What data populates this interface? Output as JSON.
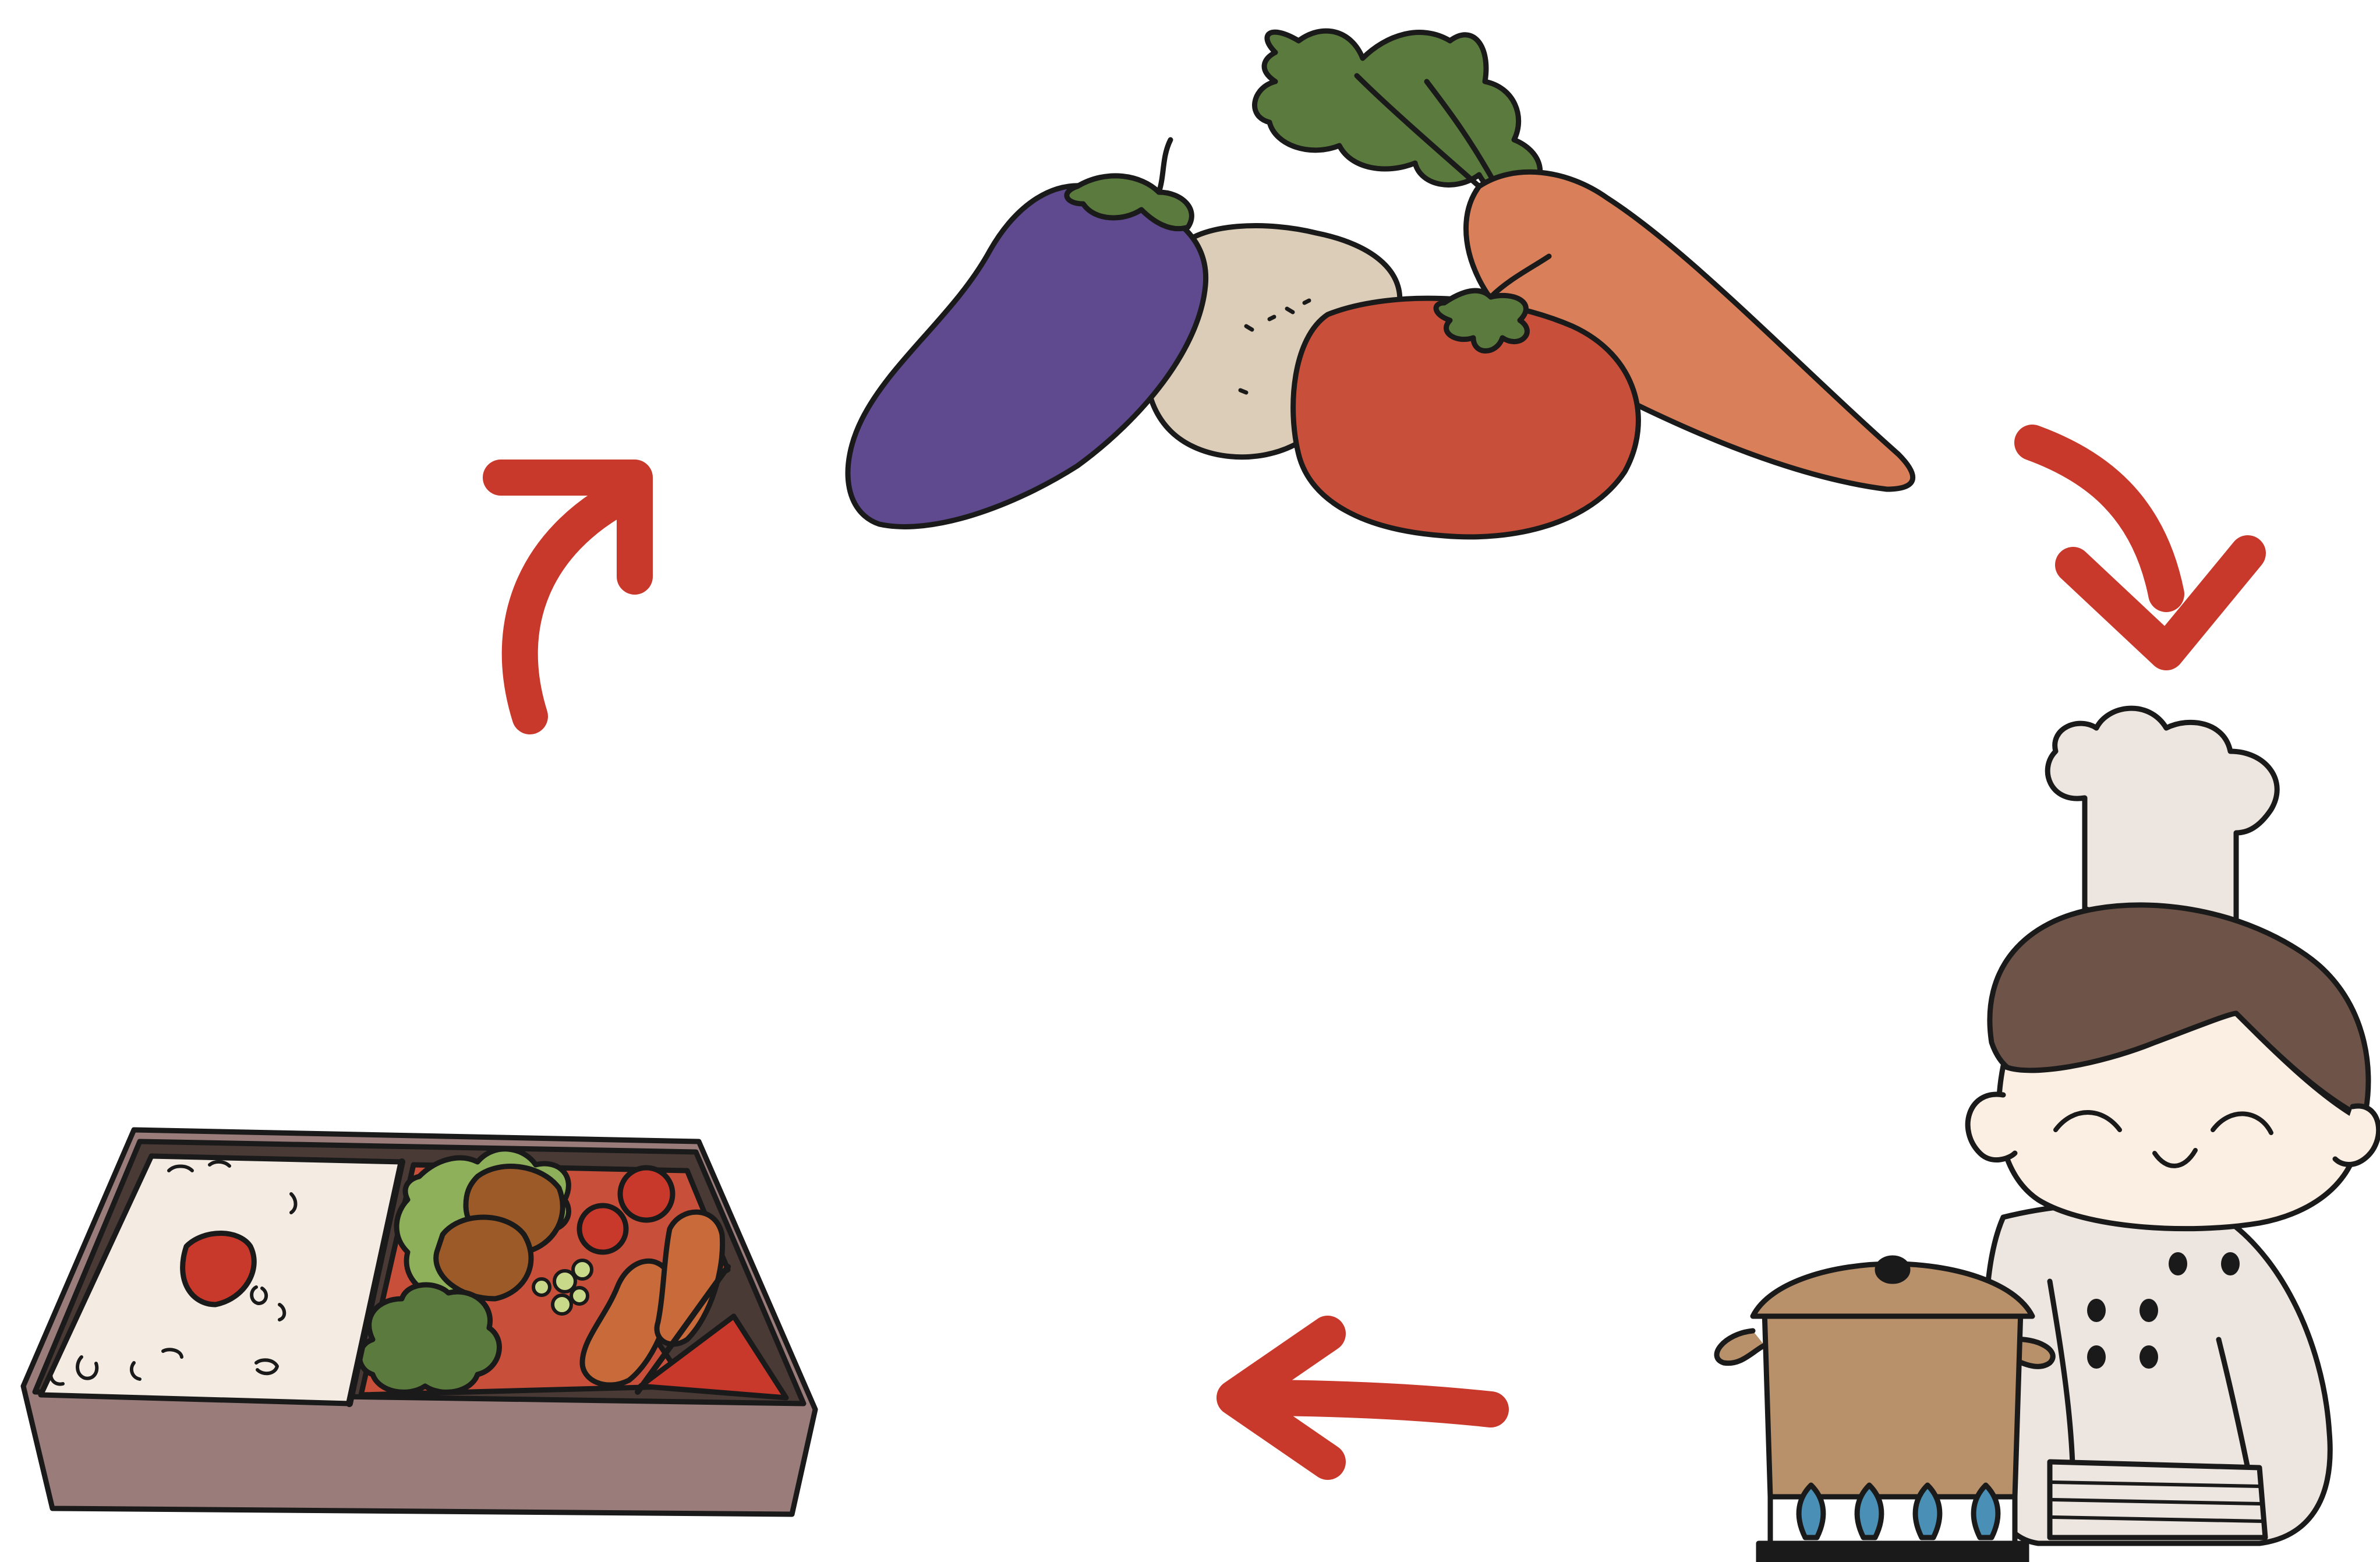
{
  "diagram": {
    "kind": "cycle",
    "stages": [
      {
        "id": "vegetables",
        "icon": "vegetables-icon"
      },
      {
        "id": "cooking",
        "icon": "chef-cooking-icon"
      },
      {
        "id": "bento",
        "icon": "bento-box-icon"
      }
    ],
    "arrows": [
      {
        "from": "vegetables",
        "to": "cooking"
      },
      {
        "from": "cooking",
        "to": "bento"
      },
      {
        "from": "bento",
        "to": "vegetables"
      }
    ]
  },
  "colors": {
    "arrow": "#c8382b",
    "outline": "#1a1a1a",
    "eggplant": "#5f4a8f",
    "carrot": "#d9805a",
    "tomato": "#c8503b",
    "potato": "#dccdb8",
    "leaf_green": "#5b7a3d",
    "bento_tray": "#9a7d7b",
    "bento_inner": "#4a3a36",
    "rice": "#f4ebe2",
    "pot": "#b8906a",
    "flame": "#4a8fb5",
    "chef_hair": "#6e5448",
    "skin": "#fbeee2",
    "coat": "#ede5df"
  }
}
